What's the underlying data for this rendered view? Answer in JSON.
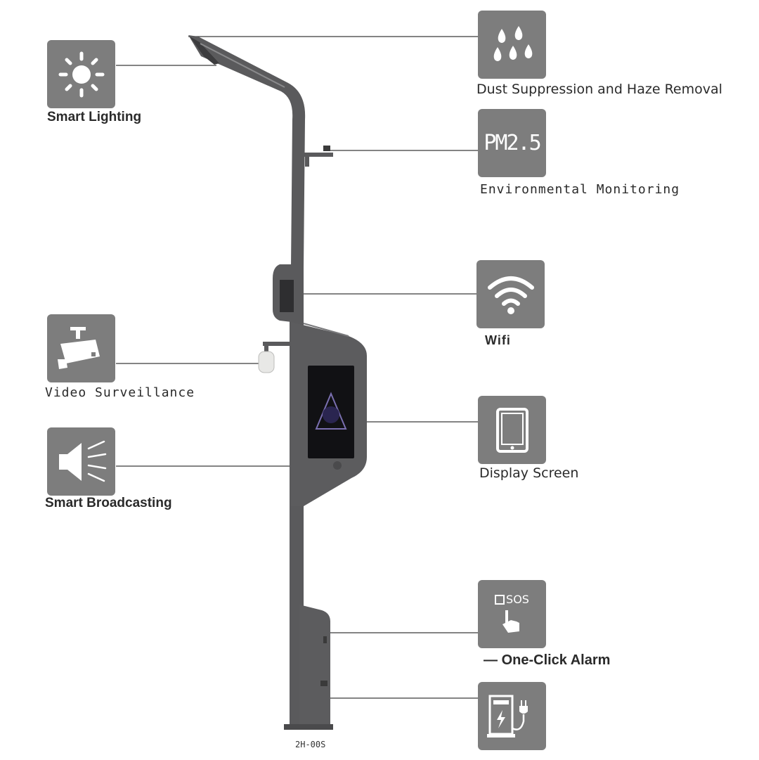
{
  "features": {
    "smart_lighting": {
      "label": "Smart Lighting",
      "icon": "sun-icon"
    },
    "dust_suppression": {
      "label": "Dust Suppression and Haze Removal",
      "icon": "water-drops-icon"
    },
    "environmental_monitoring": {
      "label": "Environmental Monitoring",
      "icon": "pm25-icon",
      "icon_text": "PM2.5"
    },
    "wifi": {
      "label": "Wifi",
      "icon": "wifi-icon"
    },
    "video_surveillance": {
      "label": "Video Surveillance",
      "icon": "cctv-camera-icon"
    },
    "display_screen": {
      "label": "Display Screen",
      "icon": "tablet-icon"
    },
    "smart_broadcasting": {
      "label": "Smart Broadcasting",
      "icon": "speaker-icon"
    },
    "one_click_alarm": {
      "label": "One-Click Alarm",
      "icon": "sos-button-icon",
      "icon_text": "SOS"
    },
    "charging": {
      "label": "",
      "icon": "ev-charger-icon"
    }
  },
  "pole": {
    "model_label": "2H-00S"
  },
  "colors": {
    "tile": "#7d7d7d",
    "pole": "#5a5a5c",
    "leader_line": "#3a3a3a",
    "text": "#2a2a2a"
  }
}
